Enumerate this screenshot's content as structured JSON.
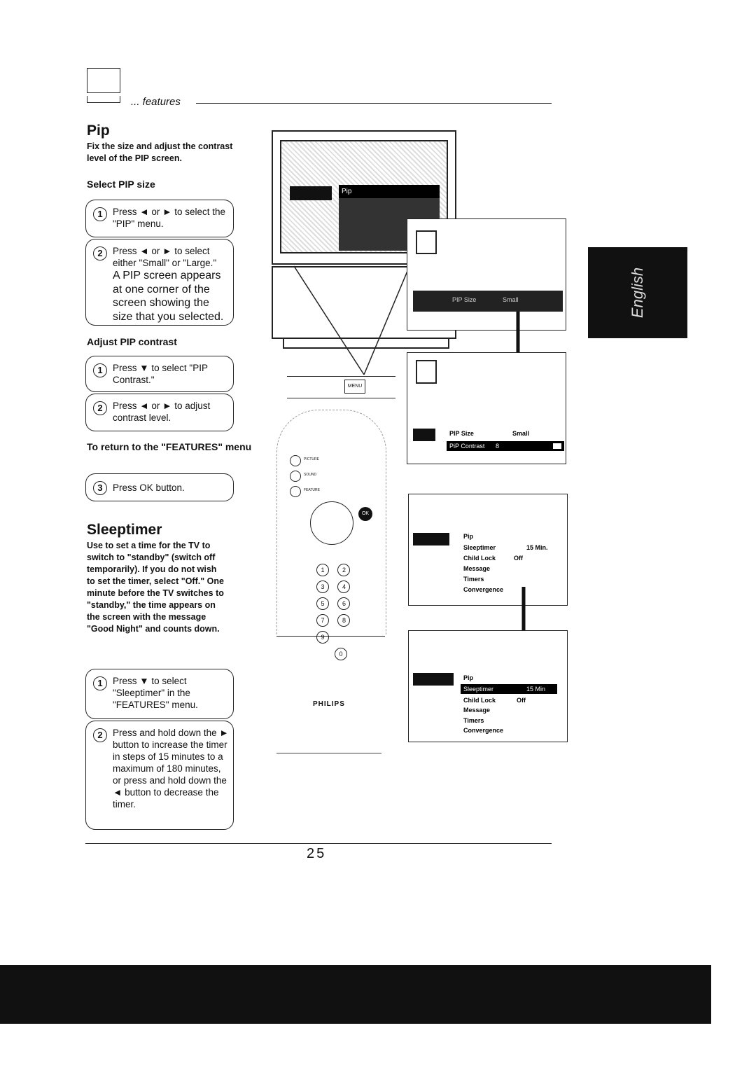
{
  "header": {
    "section_label": "... features"
  },
  "sidebar_tab": {
    "label": "English"
  },
  "pip": {
    "title": "Pip",
    "intro": "Fix the size and adjust the contrast level of the PIP screen.",
    "select_heading": "Select PIP size",
    "step1": "Press ◄ or ► to select the \"PIP\" menu.",
    "step2_a": "Press ◄ or ► to select either \"Small\" or \"Large.\"",
    "step2_b": "A PIP screen appears at one corner of the screen showing the size that you selected.",
    "adjust_heading": "Adjust PIP contrast",
    "adjust_step1": "Press ▼ to select \"PIP Contrast.\"",
    "adjust_step2": "Press ◄ or ► to adjust contrast level.",
    "return_heading": "To return to the \"FEATURES\" menu",
    "return_step": "Press  OK button."
  },
  "sleeptimer": {
    "title": "Sleeptimer",
    "intro": "Use to set a time for the TV to switch to \"standby\" (switch off temporarily). If you do not wish to set the timer, select \"Off.\" One minute before the TV switches to \"standby,\" the time appears on the screen with the message \"Good Night\" and counts down.",
    "step1": "Press ▼ to select \"Sleeptimer\" in the \"FEATURES\" menu.",
    "step2": "Press and hold down the ► button to increase the timer in steps of 15 minutes to a maximum of 180 minutes, or press and hold down the ◄ button to decrease the timer."
  },
  "step_numbers": {
    "one": "1",
    "two": "2",
    "three": "3"
  },
  "tv_menu": {
    "top_item": "Pip"
  },
  "osd1": {
    "pip_size": "PIP Size",
    "small": "Small"
  },
  "osd2": {
    "pip_size": "PIP Size",
    "small": "Small",
    "contrast": "PiP Contrast",
    "contrast_val": "8",
    "contrast_level": 0.85
  },
  "osd3": {
    "items": [
      "Pip",
      "Sleeptimer",
      "Child Lock",
      "Message",
      "Timers",
      "Convergence"
    ],
    "sleep_val": "15 Min.",
    "lock_val": "Off"
  },
  "osd4": {
    "items": [
      "Pip",
      "Sleeptimer",
      "Child Lock",
      "Message",
      "Timers",
      "Convergence"
    ],
    "sleep_val": "15 Min",
    "lock_val": "Off"
  },
  "remote": {
    "menu_label": "MENU",
    "picture": "PICTURE",
    "sound": "SOUND",
    "feature": "FEATURE",
    "ok": "OK",
    "brand": "PHILIPS",
    "digits": [
      "1",
      "2",
      "3",
      "4",
      "5",
      "6",
      "7",
      "8",
      "9",
      "0"
    ]
  },
  "footer": {
    "page_number": "25"
  }
}
